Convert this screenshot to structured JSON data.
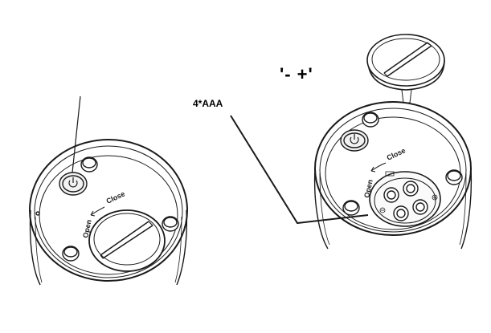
{
  "labels": {
    "polarity": "'- +'",
    "battery_type": "4*AAA"
  },
  "device_left": {
    "open_label": "Open",
    "close_label": "Close",
    "power_icon": "power-icon"
  },
  "device_right": {
    "open_label": "Open",
    "close_label": "Close",
    "power_icon": "power-icon"
  },
  "colors": {
    "line": "#1a1a1a",
    "background": "#ffffff"
  }
}
